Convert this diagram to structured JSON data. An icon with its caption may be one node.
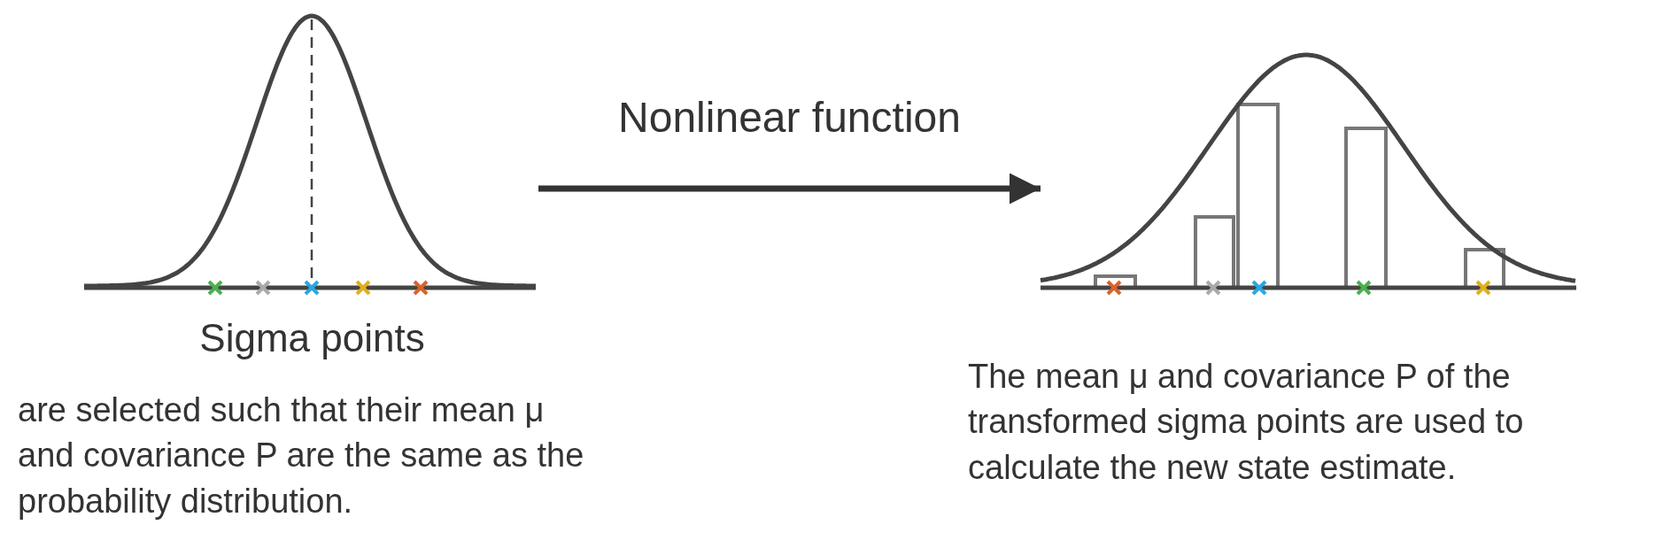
{
  "diagram": {
    "nodes": [
      {
        "text": [],
        "shape": "picture",
        "beside": [
          "Sigma points",
          "are selected such that their mean μ and covariance P are the same as the probability distribution."
        ]
      },
      {
        "text": [],
        "shape": "picture",
        "beside": [
          "The mean μ and covariance P of the transformed sigma points are used to calculate the new state estimate."
        ]
      }
    ],
    "edges": [
      {
        "from": 0,
        "to": 1,
        "arrow": "to",
        "label": "Nonlinear function"
      }
    ]
  }
}
